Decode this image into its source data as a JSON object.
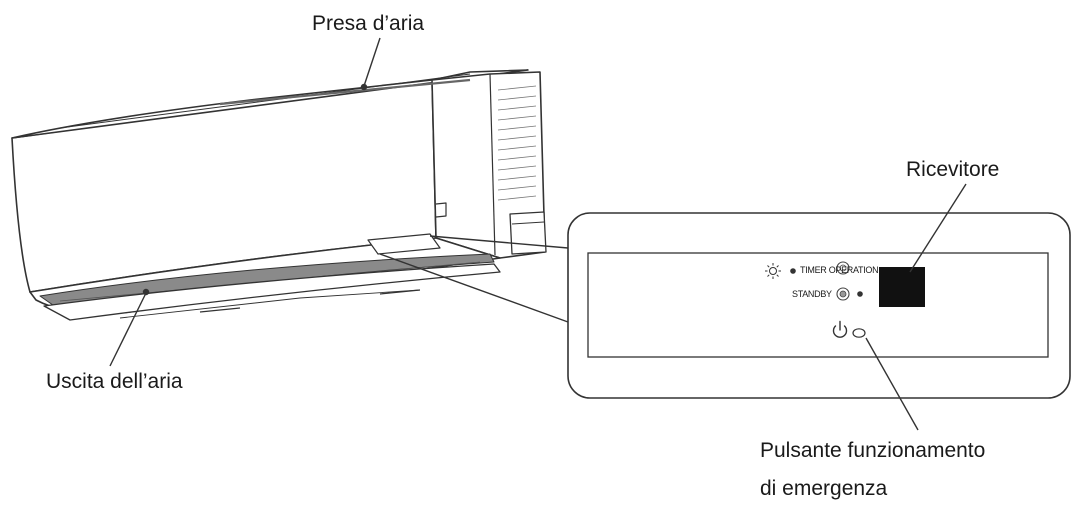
{
  "labels": {
    "air_intake": "Presa d’aria",
    "air_outlet": "Uscita dell’aria",
    "receiver": "Ricevitore",
    "emergency_line1": "Pulsante funzionamento",
    "emergency_line2": "di emergenza"
  },
  "panel": {
    "timer_operation": "TIMER OPERATION",
    "standby": "STANDBY"
  },
  "colors": {
    "line": "#333333",
    "receiver": "#111111",
    "background": "#ffffff"
  },
  "icons": [
    "sun-icon",
    "led-dot-icon",
    "power-icon",
    "emergency-button-icon"
  ]
}
